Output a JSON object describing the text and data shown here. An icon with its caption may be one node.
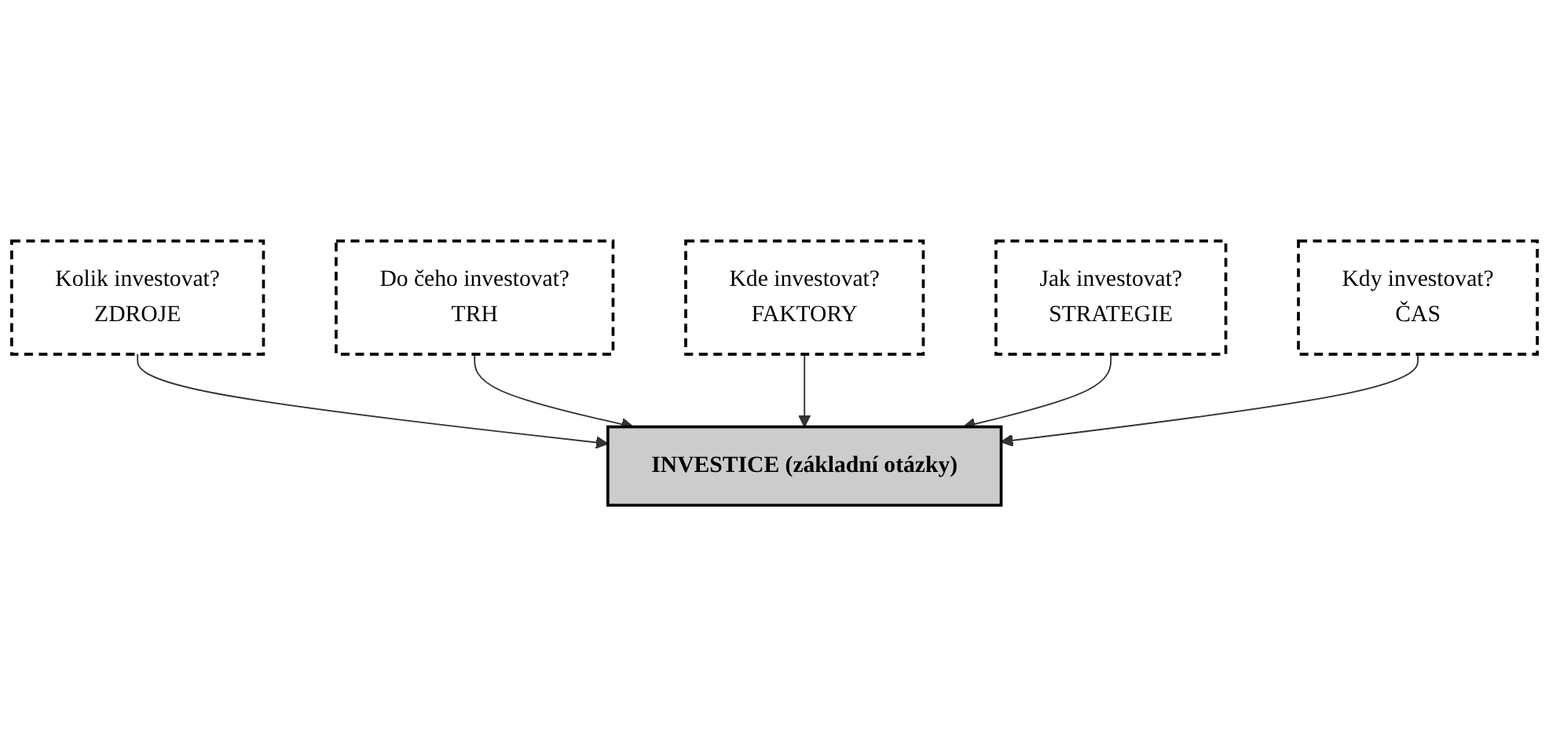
{
  "diagram": {
    "nodes": [
      {
        "text": [
          "Kolik investovat?",
          "ZDROJE"
        ]
      },
      {
        "text": [
          "Do čeho investovat?",
          "TRH"
        ]
      },
      {
        "text": [
          "Kde investovat?",
          "FAKTORY"
        ]
      },
      {
        "text": [
          "INVESTICE (základní otázky)"
        ]
      },
      {
        "text": [
          "Jak investovat?",
          "STRATEGIE"
        ]
      },
      {
        "text": [
          "Kdy investovat?",
          "ČAS"
        ]
      }
    ],
    "edges": [
      {
        "from": 0,
        "to": 3,
        "arrow": "to"
      },
      {
        "from": 1,
        "to": 3,
        "arrow": "to"
      },
      {
        "from": 2,
        "to": 3,
        "arrow": "to"
      },
      {
        "from": 4,
        "to": 3,
        "arrow": "to"
      },
      {
        "from": 5,
        "to": 3,
        "arrow": "to"
      }
    ]
  }
}
